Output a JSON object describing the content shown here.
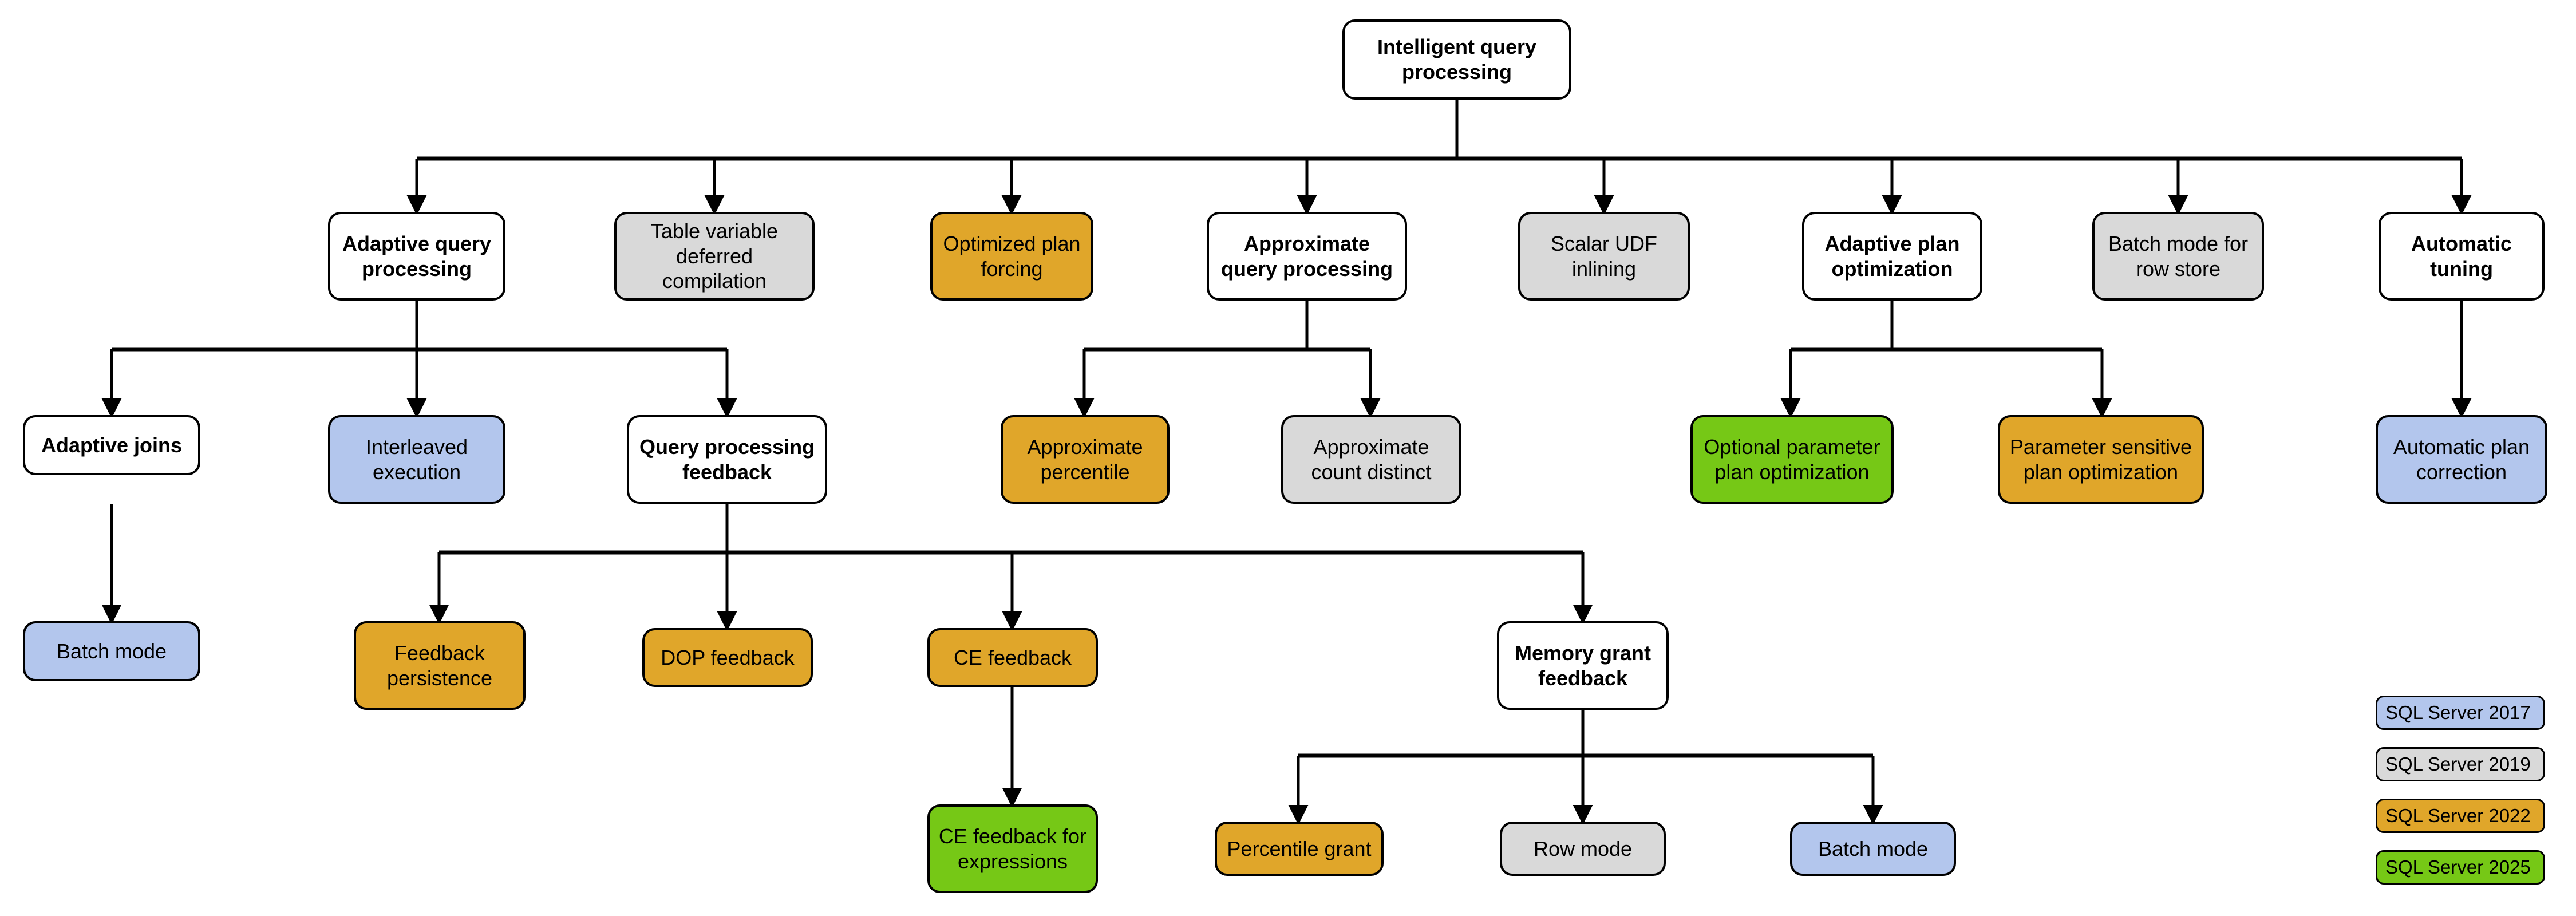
{
  "diagram": {
    "title": "Intelligent query processing",
    "palette": {
      "white": "#ffffff",
      "gray": "#d9d9d9",
      "gold": "#e0a62a",
      "blue": "#b3c6ed",
      "green": "#76c816",
      "stroke": "#000000"
    }
  },
  "nodes": {
    "root": "Intelligent query processing",
    "adaptive_query_processing": "Adaptive query processing",
    "table_variable_deferred_compilation": "Table variable deferred compilation",
    "optimized_plan_forcing": "Optimized plan forcing",
    "approximate_query_processing": "Approximate query processing",
    "scalar_udf_inlining": "Scalar UDF inlining",
    "adaptive_plan_optimization": "Adaptive plan optimization",
    "batch_mode_for_row_store": "Batch mode for row store",
    "automatic_tuning": "Automatic tuning",
    "adaptive_joins": "Adaptive joins",
    "interleaved_execution": "Interleaved execution",
    "query_processing_feedback": "Query processing feedback",
    "approximate_percentile": "Approximate percentile",
    "approximate_count_distinct": "Approximate count distinct",
    "optional_parameter_plan_optimization": "Optional parameter plan optimization",
    "parameter_sensitive_plan_optimization": "Parameter sensitive plan optimization",
    "automatic_plan_correction": "Automatic plan correction",
    "batch_mode_adaptive_joins": "Batch mode",
    "feedback_persistence": "Feedback persistence",
    "dop_feedback": "DOP feedback",
    "ce_feedback": "CE feedback",
    "memory_grant_feedback": "Memory grant feedback",
    "ce_feedback_for_expressions": "CE feedback for expressions",
    "percentile_grant": "Percentile grant",
    "row_mode": "Row mode",
    "batch_mode_memory_grant": "Batch mode"
  },
  "legend": {
    "items": [
      {
        "label": "SQL Server 2017",
        "color": "#b3c6ed"
      },
      {
        "label": "SQL Server 2019",
        "color": "#d9d9d9"
      },
      {
        "label": "SQL Server 2022",
        "color": "#e0a62a"
      },
      {
        "label": "SQL Server 2025",
        "color": "#76c816"
      }
    ]
  }
}
